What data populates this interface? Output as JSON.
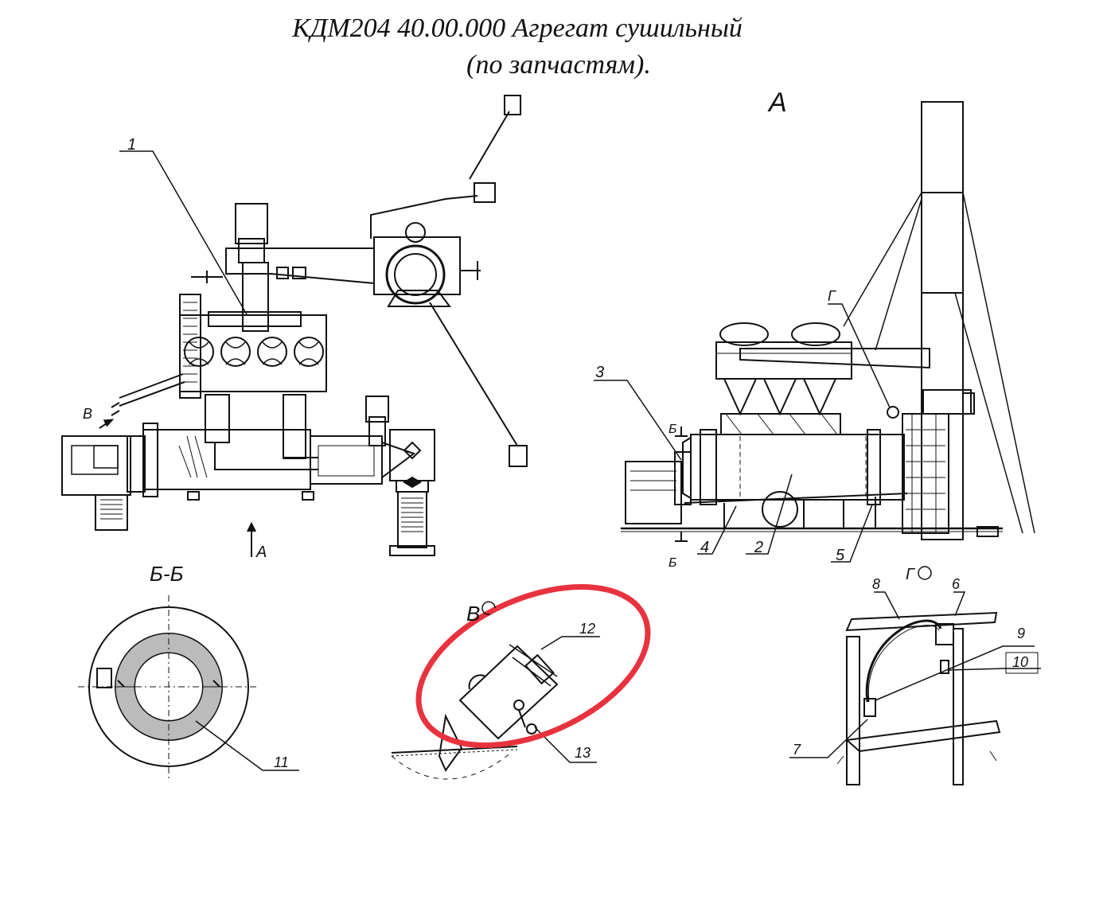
{
  "title": {
    "line1": "КДМ204 40.00.000 Агрегат сушильный",
    "line2": "(по запчастям)."
  },
  "views": {
    "main_view_label": "А",
    "view_arrow_a": "А",
    "view_arrow_v": "В",
    "section_b": "Б",
    "section_bb_title": "Б-Б",
    "view_v_title": "В",
    "view_g_title": "Г",
    "view_g_marker": "Г"
  },
  "callouts": {
    "c1": "1",
    "c2": "2",
    "c3": "3",
    "c4": "4",
    "c5": "5",
    "c6": "6",
    "c7": "7",
    "c8": "8",
    "c9": "9",
    "c10": "10",
    "c11": "11",
    "c12": "12",
    "c13": "13"
  },
  "highlight": {
    "color": "#e8333f",
    "target": "view-v-detail"
  }
}
